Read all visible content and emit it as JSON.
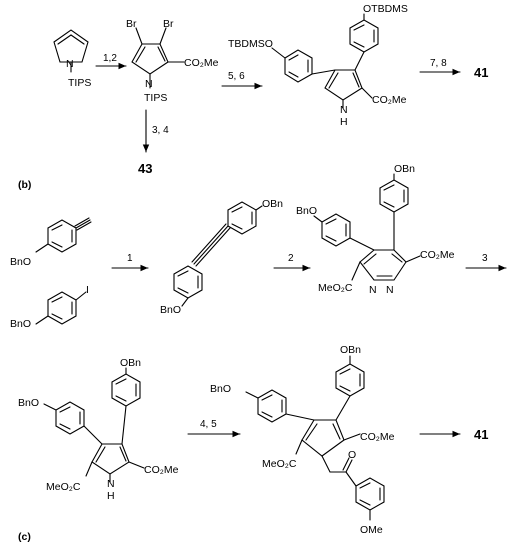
{
  "labels": {
    "tips": "TIPS",
    "br": "Br",
    "co2me": "CO₂Me",
    "meo2c": "MeO₂C",
    "otbdms": "OTBDMS",
    "tbdmso": "TBDMSO",
    "n": "N",
    "nh": "N",
    "h": "H",
    "obn": "OBn",
    "bno": "BnO",
    "i": "I",
    "o": "O",
    "ome": "OMe"
  },
  "conditions": {
    "a1": "1,2",
    "a2": "5, 6",
    "a3": "7, 8",
    "a4": "3, 4",
    "b1": "1",
    "b2": "2",
    "b3": "3",
    "c1": "4, 5"
  },
  "compounds": {
    "c41": "41",
    "c43": "43"
  },
  "panels": {
    "b": "(b)",
    "c": "(c)"
  }
}
